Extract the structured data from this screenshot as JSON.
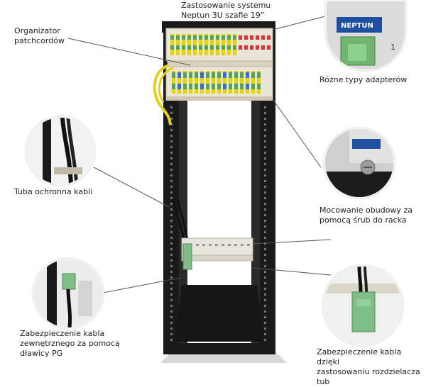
{
  "title": "Zastosowanie systemu\nNeptun 3U  szafie 19”",
  "labels": {
    "organizer": "Organizator\npatchcordów",
    "adapters": "Różne typy adapterów",
    "tube": "Tuba ochronna kabli",
    "mounting": "Mocowanie obudowy za\npomocą śrub do racka",
    "cable_pg": "Zabezpieczenie kabla\nzewnętrznego za pomocą\ndławicy PG",
    "separator": "Zabezpieczenie kabla dzięki\nzastosowaniu rozdzielacza tub"
  },
  "badge_text": "NEPTUN",
  "port_number": "1",
  "colors": {
    "rack": "#1a1a1a",
    "panel": "#e9e4d6",
    "fiber_yellow": "#e3d21d",
    "adapter_green": "#5aa05a",
    "adapter_red": "#c93a3a",
    "separator_green": "#7fbf87",
    "badge_blue": "#1f4fa0",
    "leader": "#555555"
  }
}
